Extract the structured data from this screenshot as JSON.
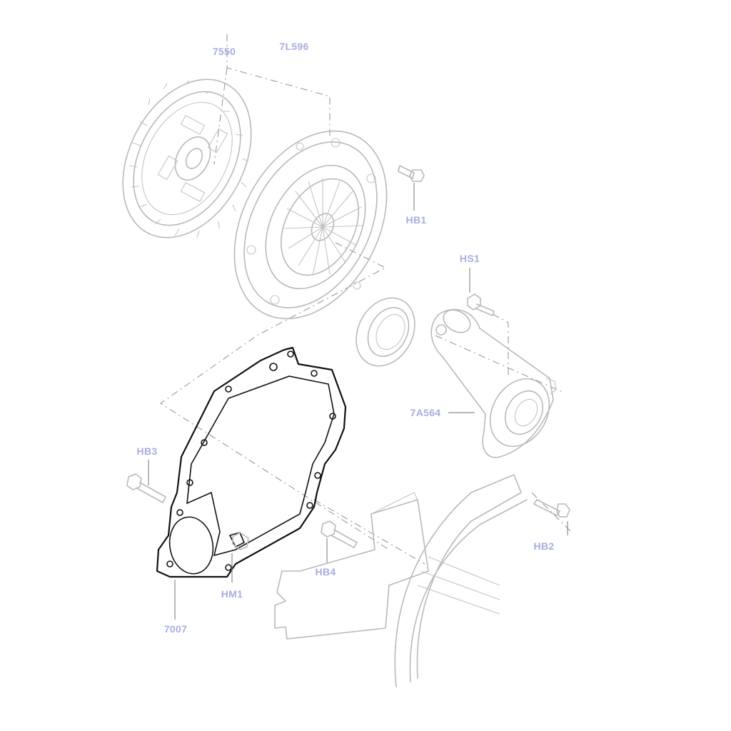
{
  "callouts": {
    "c7550": "7550",
    "c7l596": "7L596",
    "hb1": "HB1",
    "hs1": "HS1",
    "c7a564": "7A564",
    "hb3": "HB3",
    "hb2": "HB2",
    "hb4": "HB4",
    "hm1": "HM1",
    "c7007": "7007"
  },
  "colors": {
    "callout_text": "#a8ade0",
    "highlighted_part": "#111111",
    "context_parts": "#b9b9b9"
  }
}
